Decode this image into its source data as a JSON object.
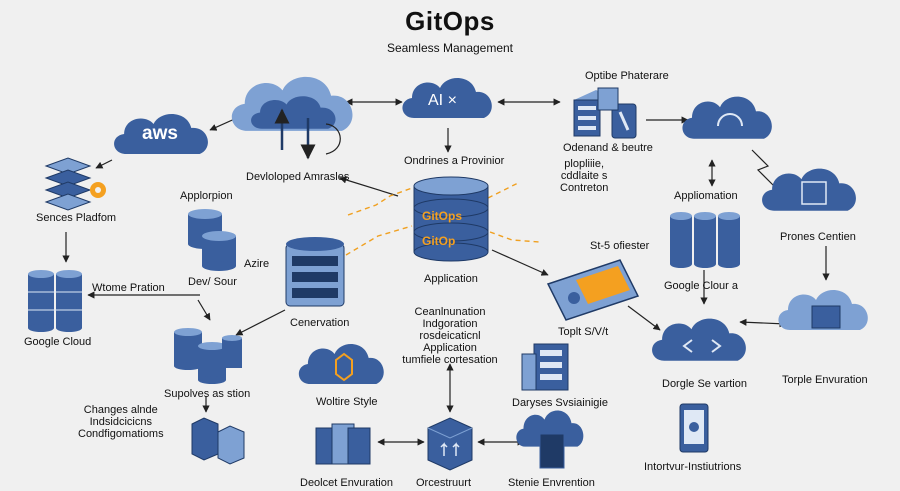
{
  "header": {
    "title": "GitOps",
    "subtitle": "Seamless Management"
  },
  "colors": {
    "primary": "#3a5f9e",
    "light": "#7ea1d3",
    "dark": "#1f3a66",
    "accent": "#f4a020",
    "line": "#222222",
    "dashed": "#f0a020"
  },
  "labels": {
    "aws": "aws",
    "ai": "AI ×",
    "optibe": "Optibe Phaterare",
    "ondemand": "Odenand & beutre",
    "pipeline": "plopliiie,\ncddlaite s\nContreton",
    "developed": "Devloloped Amrasles",
    "ondrines": "Ondrines a Provinior",
    "services": "Sences Pladfom",
    "applorpion": "Applorpion",
    "azire": "Azire",
    "devsour": "Dev/ Sour",
    "application_left": "Appliomation",
    "prones": "Prones Centien",
    "gitops1": "GitOps",
    "gitops2": "GitOp",
    "application_center": "Application",
    "ststofiester": "St-5 ofiester",
    "google_cloud_right": "Google Clour a",
    "wtome": "Wtome Pration",
    "google_cloud_left": "Google Cloud",
    "cenervation": "Cenervation",
    "centre_block": "Ceanlnunation\nIndgoration\nrosdeicaticnl\nApplication\ntumfiele cortesation",
    "toplt": "Toplt S/V/t",
    "dorgle": "Dorgle Se vartion",
    "torple": "Torple Envuration",
    "supolves": "Supolves as stion",
    "changes": "Changes alnde\nIndsidcicicns\nCondfigomatioms",
    "wolitre": "Woltire Style",
    "daryses": "Daryses Svsiainigie",
    "interturr": "Intortvur-Instiutrions",
    "deolcet": "Deolcet Envuration",
    "orcestrut": "Orcestruurt",
    "stenie": "Stenie Envrention"
  }
}
